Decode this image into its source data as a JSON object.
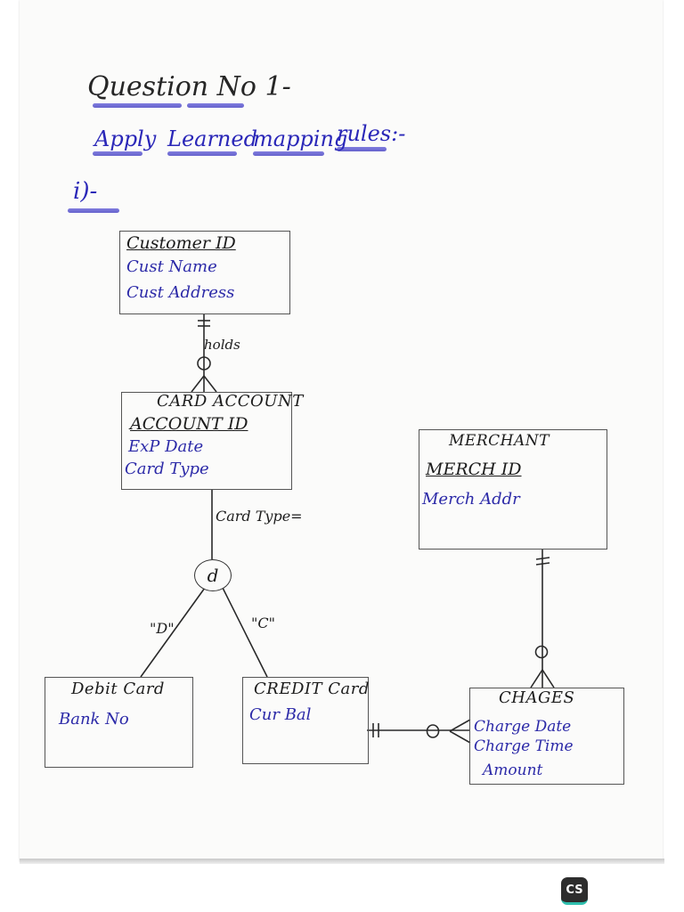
{
  "header": {
    "title": "Question No 1-",
    "subtitle": [
      "Apply",
      "Learned",
      "mapping",
      "rules:-"
    ],
    "section": "i)-"
  },
  "entities": {
    "customer": {
      "key": "Customer ID",
      "attrs": [
        "Cust Name",
        "Cust Address"
      ]
    },
    "card_account": {
      "title": "CARD ACCOUNT",
      "key": "ACCOUNT ID",
      "attrs": [
        "ExP Date",
        "Card Type"
      ]
    },
    "merchant": {
      "title": "MERCHANT",
      "key": "MERCH ID",
      "attrs": [
        "Merch Addr"
      ]
    },
    "debit_card": {
      "title": "Debit Card",
      "attrs": [
        "Bank No"
      ]
    },
    "credit_card": {
      "title": "CREDIT Card",
      "attrs": [
        "Cur Bal"
      ]
    },
    "charges": {
      "title": "CHAGES",
      "attrs": [
        "Charge Date",
        "Charge Time",
        "Amount"
      ]
    }
  },
  "relationships": {
    "holds": "holds",
    "discriminator_label": "Card Type=",
    "disjoint_symbol": "d",
    "debit_value": "\"D\"",
    "credit_value": "\"C\""
  },
  "logo_text": "CS",
  "colors": {
    "highlight": "#5a56d0",
    "ink_blue": "#2c2aa8",
    "ink_black": "#1c1c1c"
  }
}
